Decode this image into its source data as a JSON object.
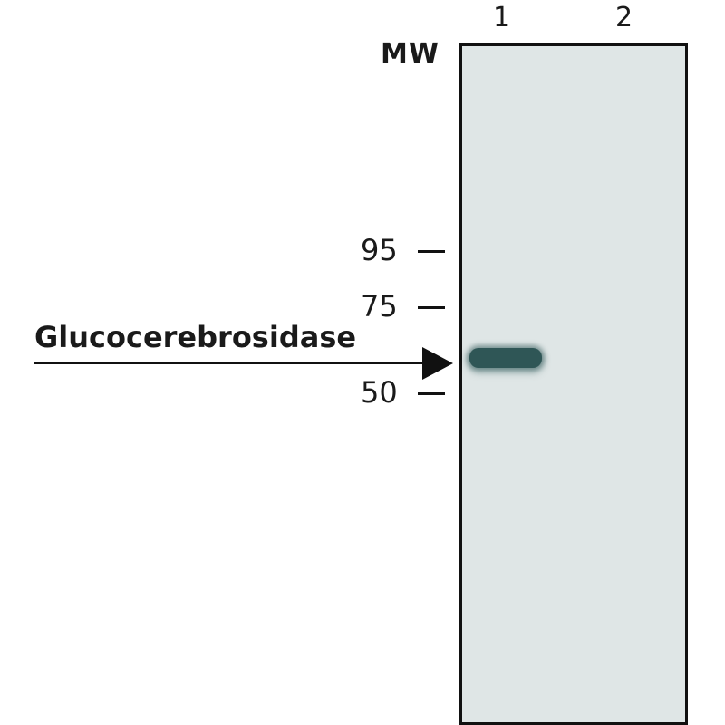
{
  "lanes": [
    "1",
    "2"
  ],
  "mw_heading": "MW",
  "markers": [
    {
      "label": "95",
      "kda": 95
    },
    {
      "label": "75",
      "kda": 75
    },
    {
      "label": "50",
      "kda": 50
    }
  ],
  "target": {
    "label": "Glucocerebrosidase",
    "lane": "1"
  },
  "colors": {
    "membrane": "#dfe6e6",
    "band": "#2f5656",
    "ink": "#111111"
  },
  "icons": {
    "arrow": "arrow-right-icon"
  }
}
